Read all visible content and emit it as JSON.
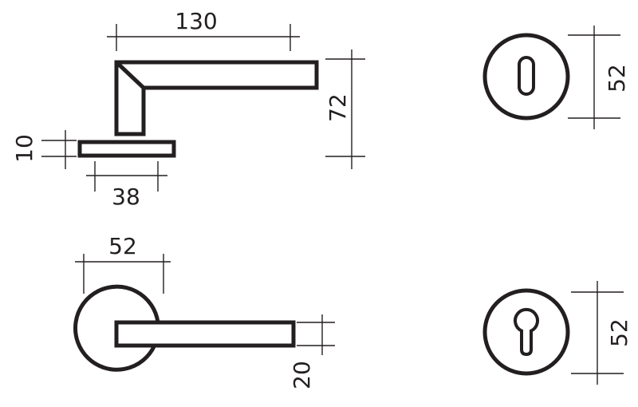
{
  "colors": {
    "ink": "#231f20",
    "background": "#ffffff"
  },
  "drawing": {
    "handle_side": {
      "length": "130",
      "height": "72",
      "rose_thickness": "10",
      "rose_projection": "38"
    },
    "handle_top": {
      "rose_diameter": "52",
      "lever_width": "20"
    },
    "keyhole_escutcheon": {
      "diameter": "52"
    },
    "cylinder_escutcheon": {
      "diameter": "52"
    }
  }
}
